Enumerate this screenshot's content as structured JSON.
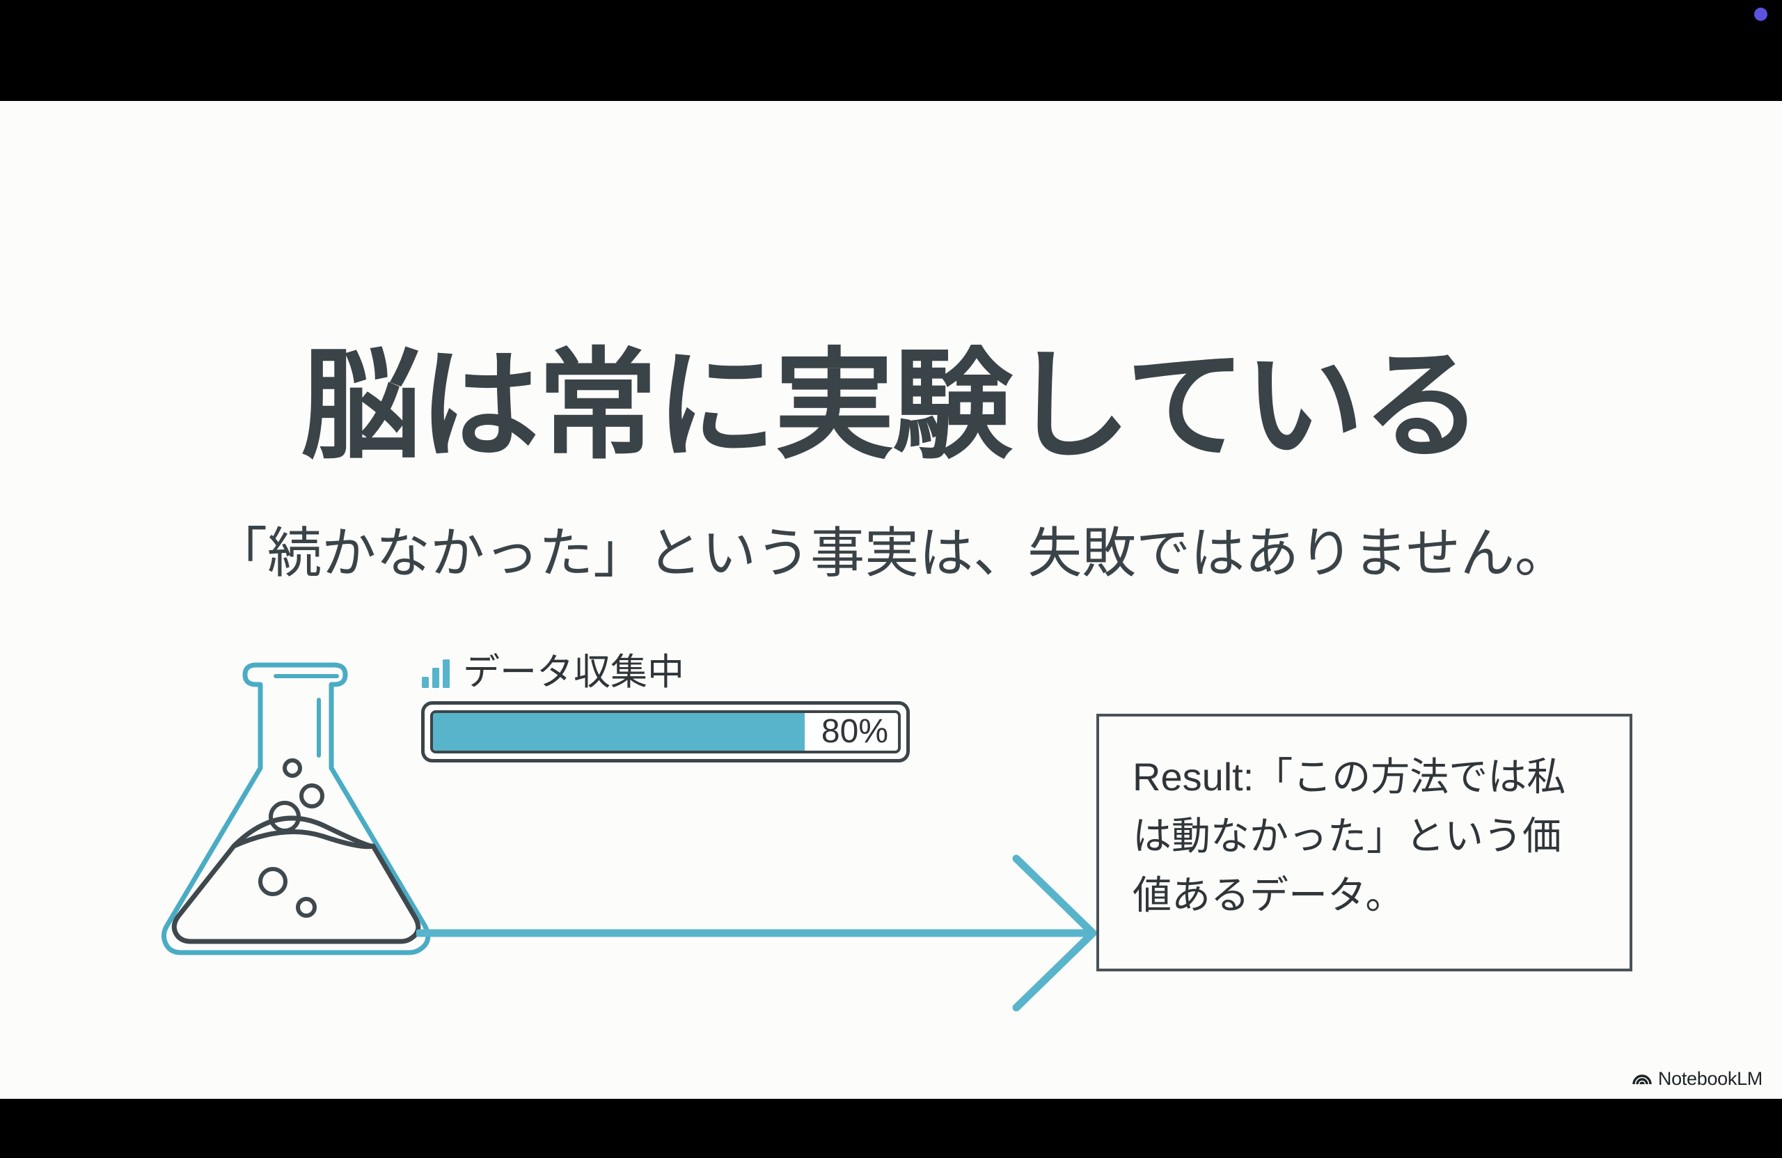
{
  "slide": {
    "background_color": "#fcfcfb",
    "title": "脳は常に実験している",
    "subtitle": "「続かなかった」という事実は、失敗ではありません。"
  },
  "theme": {
    "accent_teal": "#58b4cb",
    "flask_outline_teal": "#4aacc4",
    "ink_dark": "#3a4347",
    "letterbox_black": "#000000",
    "status_dot_color": "#5b53e0"
  },
  "illustration": {
    "flask": {
      "icon_name": "erlenmeyer-flask-icon",
      "outline_color": "#4aacc4",
      "liquid_color": "#3f484d",
      "bubble_count": 5
    },
    "arrow": {
      "icon_name": "right-arrow-icon",
      "color": "#58b4cb",
      "direction": "right"
    }
  },
  "progress": {
    "icon_name": "bar-chart-icon",
    "icon_color": "#58b4cb",
    "label": "データ収集中",
    "value_label": "80%",
    "percent": 80,
    "fill_color": "#58b4cb",
    "track_border_color": "#3c4549"
  },
  "result": {
    "text": "Result:「この方法では私は動なかった」という価値あるデータ。",
    "border_color": "#4a5257"
  },
  "watermark": {
    "icon_name": "notebooklm-logo-icon",
    "label": "NotebookLM"
  }
}
